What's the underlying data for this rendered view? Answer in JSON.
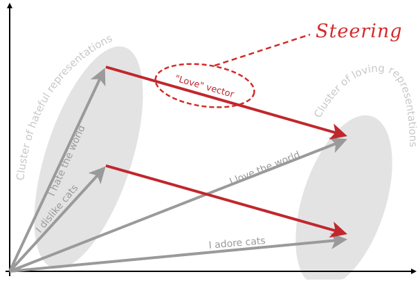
{
  "title": "Steering",
  "steering_vector_label": "\"Love\" vector",
  "clusters": {
    "hateful": "Cluster of hateful representations",
    "loving": "Cluster of loving representations"
  },
  "vectors": {
    "hate_world": "I hate the world",
    "dislike_cats": "I dislike cats",
    "love_world": "I love the world",
    "adore_cats": "I adore cats"
  },
  "colors": {
    "gray": "#9a9a9a",
    "red": "#c0272d",
    "cluster": "#e3e3e3"
  }
}
